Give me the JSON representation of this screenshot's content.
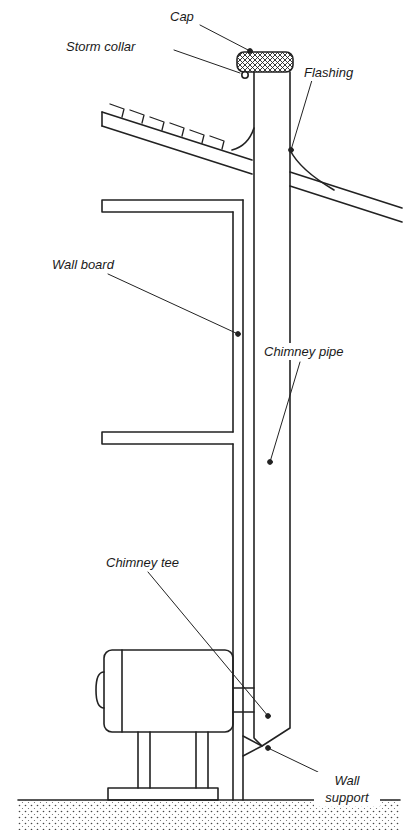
{
  "diagram": {
    "labels": [
      "Cap",
      "Storm collar",
      "Flashing",
      "Wall board",
      "Chimney pipe",
      "Chimney tee",
      "Wall support"
    ]
  }
}
